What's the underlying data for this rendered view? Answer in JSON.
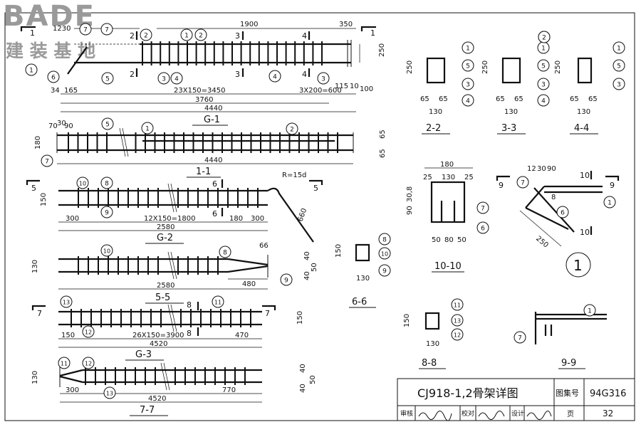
{
  "watermark": {
    "brand": "BADE",
    "subtitle": "建 装 基 地"
  },
  "title_block": {
    "drawing_title": "CJ918-1,2骨架详图",
    "atlas_label": "图集号",
    "atlas_no": "94G316",
    "page_label": "页",
    "page_no": "32",
    "review_label": "审核",
    "check_label": "校对",
    "design_label": "设计"
  },
  "views": {
    "g1": "G-1",
    "s11": "1-1",
    "g2": "G-2",
    "s55": "5-5",
    "g3": "G-3",
    "s77": "7-7",
    "s22": "2-2",
    "s33": "3-3",
    "s44": "4-4",
    "s66": "6-6",
    "s1010": "10-10",
    "s88": "8-8",
    "s99": "9-9"
  },
  "section_marks": {
    "m1": "1",
    "m2": "2",
    "m3": "3",
    "m4": "4",
    "m5": "5",
    "m6": "6",
    "m7": "7",
    "m8": "8",
    "m9": "9",
    "m10": "10"
  },
  "bars": [
    "1",
    "2",
    "3",
    "4",
    "5",
    "6",
    "7",
    "8",
    "9",
    "10",
    "11",
    "12",
    "13"
  ],
  "detail_no": "1",
  "dims": {
    "d1230": "1230",
    "d1900": "1900",
    "d350": "350",
    "d250": "250",
    "d34": "34",
    "d165": "165",
    "d23x150": "23X150=3450",
    "d3x200": "3X200=600",
    "d115": "115",
    "d10": "10",
    "d100": "100",
    "d3760": "3760",
    "d4440": "4440",
    "d70": "70",
    "d30": "30",
    "d90": "90",
    "d180": "180",
    "d65": "65",
    "dR15d": "R=15d",
    "d300": "300",
    "d12x150": "12X150=1800",
    "d2580": "2580",
    "d660": "660",
    "d66": "66",
    "d150": "150",
    "d130": "130",
    "d40": "40",
    "d50": "50",
    "d480": "480",
    "d26x150": "26X150=3900",
    "d4520": "4520",
    "d470": "470",
    "d770": "770",
    "d25": "25",
    "d80": "80",
    "d8": "8",
    "d12": "12",
    "d30_8": "30,8"
  }
}
